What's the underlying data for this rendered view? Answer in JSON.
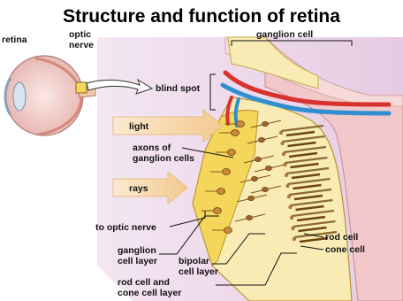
{
  "title": "Structure and function of retina",
  "labels": {
    "retina": "retina",
    "optic_nerve_line1": "optic",
    "optic_nerve_line2": "nerve",
    "ganglion_cell": "ganglion cell",
    "blind_spot": "blind spot",
    "light": "light",
    "axons_line1": "axons of",
    "axons_line2": "ganglion cells",
    "rays": "rays",
    "to_optic_nerve": "to optic nerve",
    "ganglion_layer_line1": "ganglion",
    "ganglion_layer_line2": "cell layer",
    "bipolar_line1": "bipolar",
    "bipolar_line2": "cell layer",
    "rod_cone_line1": "rod cell and",
    "rod_cone_line2": "cone cell layer",
    "rod_cell": "rod cell",
    "cone_cell": "cone cell"
  },
  "colors": {
    "background_panel": "#e9d2e6",
    "tissue_yellow": "#f3d65a",
    "tissue_cream": "#f8ecb4",
    "choroid_pink": "#f1c7c9",
    "artery": "#d8322f",
    "vein": "#2f8fd0",
    "arrow": "#f6d9a8"
  }
}
